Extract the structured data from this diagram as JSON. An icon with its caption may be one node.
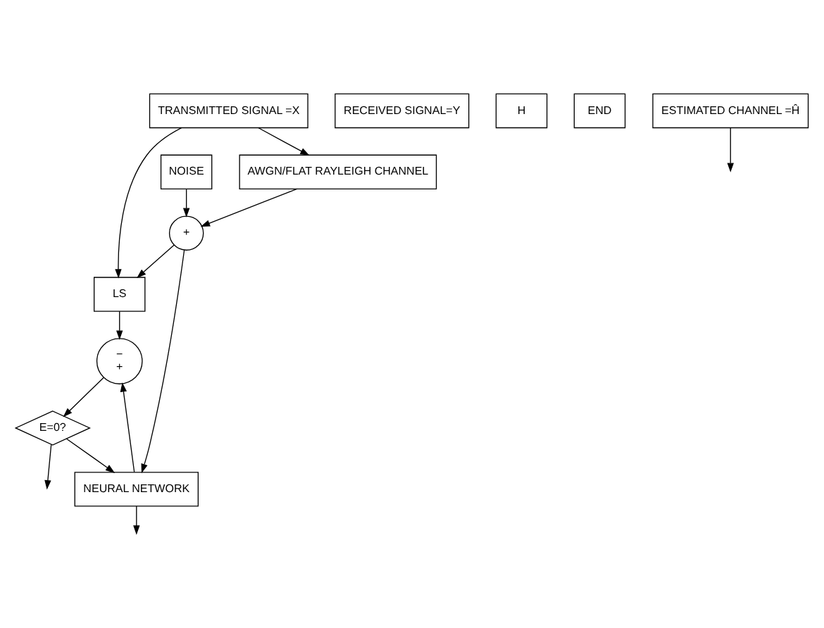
{
  "diagram": {
    "nodes": [
      {
        "text": [
          "TRANSMITTED SIGNAL =X"
        ]
      },
      {
        "text": [
          "AWGN/FLAT RAYLEIGH CHANNEL"
        ]
      },
      {
        "text": [
          "NOISE"
        ]
      },
      {
        "text": [
          "+"
        ]
      },
      {
        "text": [
          "RECEIVED SIGNAL=Y"
        ]
      },
      {
        "text": [
          "LS"
        ]
      },
      {
        "text": [
          "H"
        ]
      },
      {
        "text": [
          "NEURAL NETWORK"
        ]
      },
      {
        "text": [
          "END"
        ]
      },
      {
        "text": [
          "E=0?"
        ]
      },
      {
        "text": [
          "−",
          "+"
        ]
      },
      {
        "text": [
          "ESTIMATED CHANNEL =Ĥ"
        ]
      }
    ],
    "edges": [
      {
        "from": 0,
        "to": 1,
        "arrow": "to"
      },
      {
        "from": 0,
        "to": 5,
        "arrow": "to"
      },
      {
        "from": 1,
        "to": 3,
        "arrow": "to"
      },
      {
        "from": 2,
        "to": 3,
        "arrow": "to"
      },
      {
        "from": 3,
        "to": 5,
        "arrow": "to"
      },
      {
        "from": 3,
        "to": 7,
        "arrow": "to"
      },
      {
        "from": 7,
        "to": null,
        "arrow": "to"
      },
      {
        "from": 5,
        "to": 10,
        "arrow": "to"
      },
      {
        "from": 7,
        "to": 10,
        "arrow": "to"
      },
      {
        "from": 10,
        "to": 9,
        "arrow": "to"
      },
      {
        "from": 9,
        "to": null,
        "arrow": "to"
      },
      {
        "from": 9,
        "to": 7,
        "arrow": "to"
      },
      {
        "from": 11,
        "to": null,
        "arrow": "to"
      }
    ]
  }
}
